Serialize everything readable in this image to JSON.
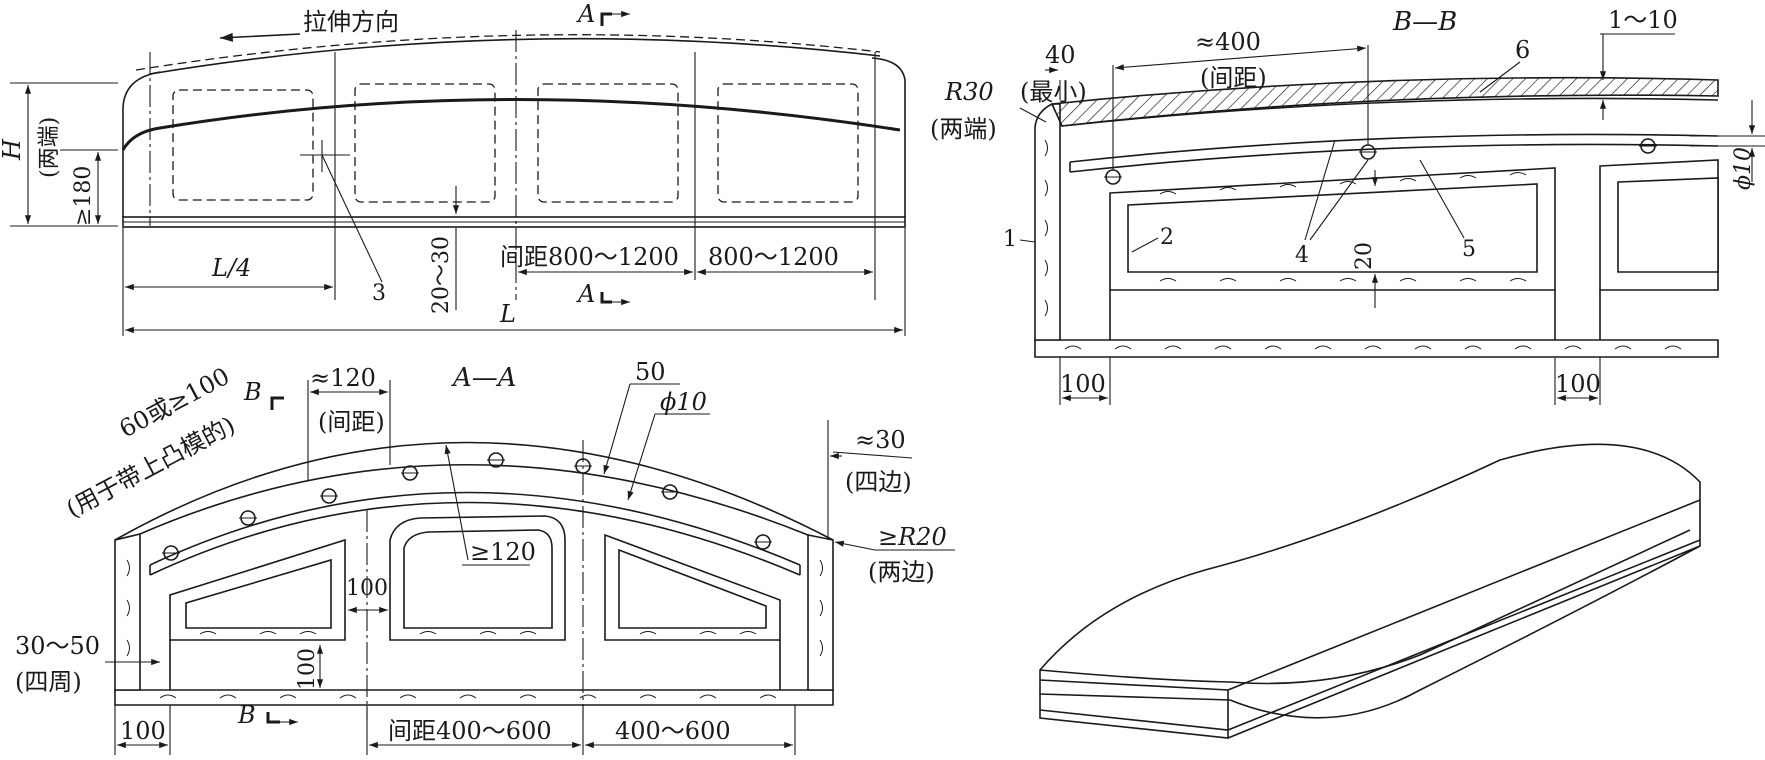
{
  "view_top": {
    "arrow_label": "拉伸方向",
    "section_mark": "A",
    "h_label": "H",
    "h_note": "(两端)",
    "h_min": "≥180",
    "gap": "20～30",
    "quarter": "L/4",
    "item3": "3",
    "spacing": "间距800～1200",
    "spacing2": "800～1200",
    "length": "L"
  },
  "view_bb": {
    "title": "B—B",
    "d40": "40",
    "d40_note": "(最小)",
    "d400": "≈400",
    "d400_note": "(间距)",
    "r30": "R30",
    "r30_note": "(两端)",
    "item6": "6",
    "d1_10": "1～10",
    "phi10": "ϕ10",
    "item1": "1",
    "item2": "2",
    "item4": "4",
    "item5": "5",
    "d20": "20",
    "d100a": "100",
    "d100b": "100"
  },
  "view_aa": {
    "title": "A—A",
    "d120": "≈120",
    "d120_note": "(间距)",
    "d60": "60或≥100",
    "d60_note": "(用于带上凸模的)",
    "section_b": "B",
    "d50": "50",
    "phi10": "ϕ10",
    "d30": "≈30",
    "d30_note": "(四边)",
    "r20": "≥R20",
    "r20_note": "(两边)",
    "d120min": "≥120",
    "d100mid": "100",
    "d100v": "100",
    "d30_50": "30～50",
    "d30_50_note": "(四周)",
    "d100bot": "100",
    "spacing": "间距400～600",
    "spacing2": "400～600"
  }
}
